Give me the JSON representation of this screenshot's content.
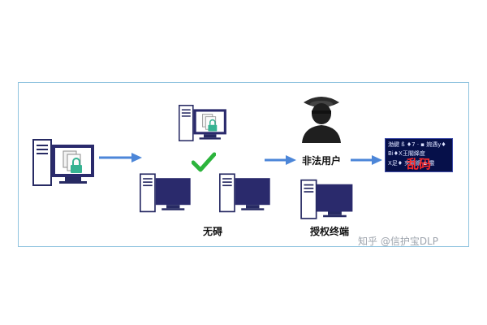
{
  "labels": {
    "unobstructed": "无碍",
    "illegal_user": "非法用户",
    "authorized_terminal": "授权终端"
  },
  "garbled_screen": {
    "lines": [
      "渤鍵 ß ♦7 · ▪ 婉遇y♦",
      "Bi♦X王閣絳度",
      "X足♦ 夾鋼鋼 ▪ 霰"
    ],
    "word": "乱码"
  },
  "watermark": "知乎 @信护宝DLP",
  "colors": {
    "device_outline": "#272a63",
    "screen": "#2a2a6c",
    "arrow": "#4c86d8",
    "check": "#2cb43c",
    "lock": "#36b392",
    "frame": "#8fc3df",
    "garbled_bg": "#06104a",
    "garbled_text": "#ff2a2a"
  },
  "icons": [
    "computer-with-locked-document-icon",
    "computer-icon",
    "check-mark-icon",
    "pirate-user-icon",
    "arrow-right-icon"
  ]
}
